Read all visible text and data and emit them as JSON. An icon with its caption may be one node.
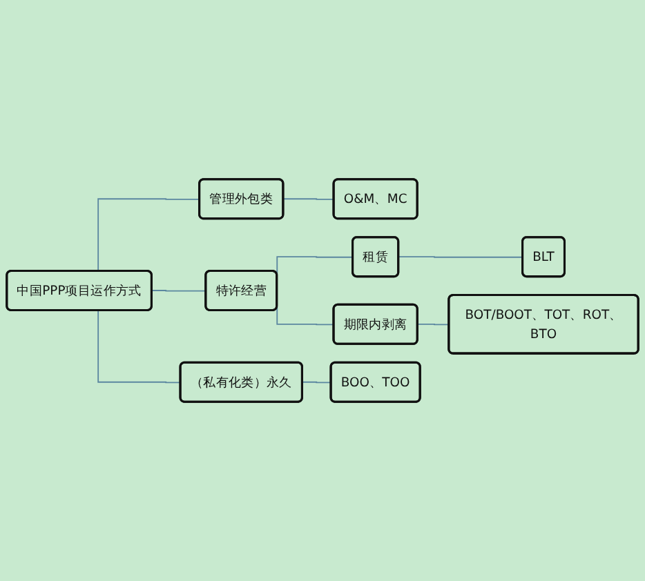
{
  "diagram": {
    "nodes": [
      {
        "text": [
          "中国PPP项目运作方式"
        ]
      },
      {
        "text": [
          "管理外包类"
        ]
      },
      {
        "text": [
          "O&M、MC"
        ]
      },
      {
        "text": [
          "特许经营"
        ]
      },
      {
        "text": [
          "租赁"
        ]
      },
      {
        "text": [
          "BLT"
        ]
      },
      {
        "text": [
          "期限内剥离"
        ]
      },
      {
        "text": [
          "BOT/BOOT、TOT、ROT、BTO"
        ]
      },
      {
        "text": [
          "（私有化类）永久"
        ]
      },
      {
        "text": [
          "BOO、TOO"
        ]
      }
    ],
    "edges": [
      {
        "from": 0,
        "to": 1,
        "arrow": "none"
      },
      {
        "from": 1,
        "to": 2,
        "arrow": "none"
      },
      {
        "from": 0,
        "to": 3,
        "arrow": "none"
      },
      {
        "from": 3,
        "to": 4,
        "arrow": "none"
      },
      {
        "from": 4,
        "to": 5,
        "arrow": "none"
      },
      {
        "from": 3,
        "to": 6,
        "arrow": "none"
      },
      {
        "from": 6,
        "to": 7,
        "arrow": "none"
      },
      {
        "from": 0,
        "to": 8,
        "arrow": "none"
      },
      {
        "from": 8,
        "to": 9,
        "arrow": "none"
      }
    ]
  }
}
